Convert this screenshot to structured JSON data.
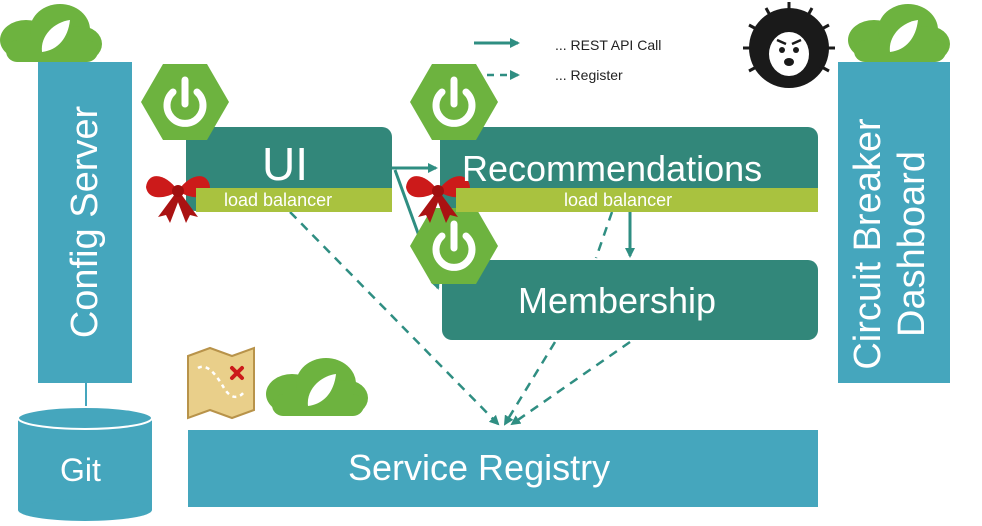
{
  "config_server": {
    "label": "Config Server"
  },
  "git": {
    "label": "Git"
  },
  "ui_service": {
    "label": "UI",
    "lb_label": "load balancer"
  },
  "recommendations_service": {
    "label": "Recommendations",
    "lb_label": "load balancer"
  },
  "membership_service": {
    "label": "Membership"
  },
  "service_registry": {
    "label": "Service Registry"
  },
  "circuit_breaker_dashboard": {
    "line1": "Circuit Breaker",
    "line2": "Dashboard"
  },
  "legend": {
    "rest_call": "... REST API Call",
    "register": "... Register"
  },
  "colors": {
    "box_blue": "#45a6bd",
    "service_teal": "#32877a",
    "load_balancer": "#a9c23f",
    "spring_green": "#6db33f",
    "arrow": "#2f8e82",
    "ribbon": "#cc1a1a"
  }
}
